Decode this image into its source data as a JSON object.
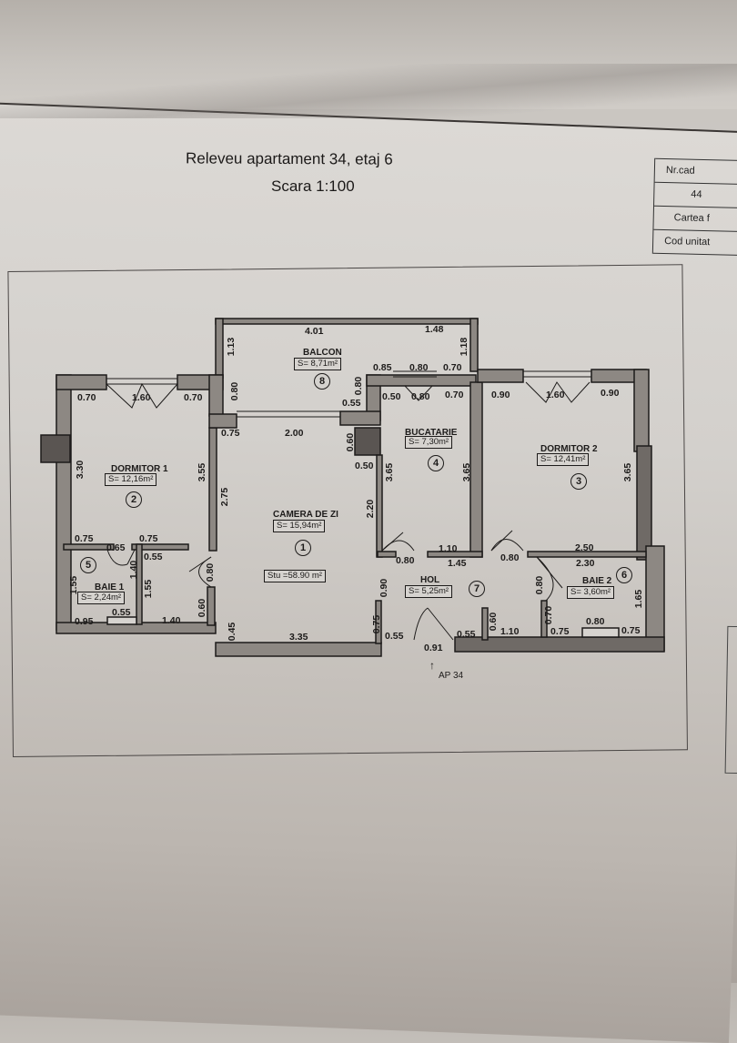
{
  "document": {
    "title": "Releveu apartament 34, etaj 6",
    "scale": "Scara 1:100",
    "info_table": [
      "Nr.cad",
      "44",
      "Cartea f",
      "Cod unitat"
    ]
  },
  "plan": {
    "total_usable_area": "Stu =58.90 m²",
    "entry_label": "AP 34",
    "entry_arrow": "arrow-up-icon",
    "rooms": [
      {
        "id": "1",
        "name": "CAMERA DE ZI",
        "area": "S= 15,94m²"
      },
      {
        "id": "2",
        "name": "DORMITOR 1",
        "area": "S= 12,16m²"
      },
      {
        "id": "3",
        "name": "DORMITOR 2",
        "area": "S= 12,41m²"
      },
      {
        "id": "4",
        "name": "BUCATARIE",
        "area": "S= 7,30m²"
      },
      {
        "id": "5",
        "name": "BAIE 1",
        "area": "S= 2,24m²"
      },
      {
        "id": "6",
        "name": "BAIE 2",
        "area": "S= 3,60m²"
      },
      {
        "id": "7",
        "name": "HOL",
        "area": "S= 5,25m²"
      },
      {
        "id": "8",
        "name": "BALCON",
        "area": "S= 8,71m²"
      }
    ],
    "dimensions": {
      "balcon_top_left": "4.01",
      "balcon_top_right": "1.48",
      "balcon_left": "1.13",
      "balcon_right": "1.18",
      "balcon_low_a": "0.85",
      "balcon_low_b": "0.80",
      "balcon_low_c": "0.70",
      "balcon_inner_v": "0.80",
      "balcon_inner_h": "0.55",
      "balcon_left_low": "0.80",
      "d1_top_a": "0.70",
      "d1_top_b": "1.60",
      "d1_top_c": "0.70",
      "d1_left": "3.30",
      "d1_right": "3.55",
      "d1_bottom_a": "0.75",
      "d1_bottom_b": "0.75",
      "cz_top_a": "0.75",
      "cz_top_b": "2.00",
      "cz_left": "2.75",
      "cz_right": "2.20",
      "cz_col_v": "0.60",
      "cz_col_h": "0.50",
      "cz_door": "0.80",
      "cz_low_left": "0.60",
      "cz_bottom": "3.35",
      "cz_bl": "0.45",
      "buc_top_a": "0.50",
      "buc_top_b": "0.80",
      "buc_top_c": "0.70",
      "buc_left": "3.65",
      "buc_right": "3.65",
      "buc_door": "0.80",
      "buc_bottom": "1.10",
      "d2_top_a": "0.90",
      "d2_top_b": "1.60",
      "d2_top_c": "0.90",
      "d2_right": "3.65",
      "d2_door": "0.80",
      "d2_bottom": "2.50",
      "hol_top": "1.45",
      "hol_left": "0.90",
      "hol_bl_v": "0.75",
      "hol_bl_h": "0.55",
      "hol_door": "0.91",
      "hol_br_h": "0.55",
      "hol_br_v": "0.60",
      "hol_b2": "1.10",
      "b1_a": "0.65",
      "b1_b": "0.55",
      "b1_left": "1.55",
      "b1_v": "1.40",
      "b1_right": "1.55",
      "b1_win": "0.55",
      "b1_bottom_a": "0.95",
      "b1_bottom_b": "1.40",
      "b2_top": "2.30",
      "b2_door": "0.80",
      "b2_v": "0.70",
      "b2_right": "1.65",
      "b2_win": "0.80",
      "b2_bottom_a": "0.75",
      "b2_bottom_b": "0.75"
    }
  }
}
